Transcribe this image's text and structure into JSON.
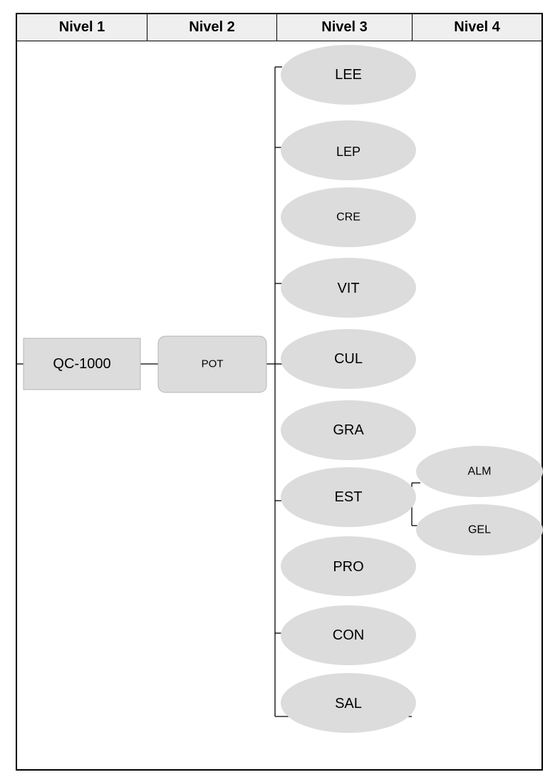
{
  "columns": [
    "Nivel 1",
    "Nivel 2",
    "Nivel 3",
    "Nivel 4"
  ],
  "level1": "QC-1000",
  "level2": "POT",
  "level3": [
    "LEE",
    "LEP",
    "CRE",
    "VIT",
    "CUL",
    "GRA",
    "EST",
    "PRO",
    "CON",
    "SAL"
  ],
  "level4": [
    "ALM",
    "GEL"
  ],
  "colors": {
    "node_fill": "#dcdcdc",
    "node_border": "#b5b5b5",
    "line": "#000000",
    "header_fill": "#efefef"
  }
}
